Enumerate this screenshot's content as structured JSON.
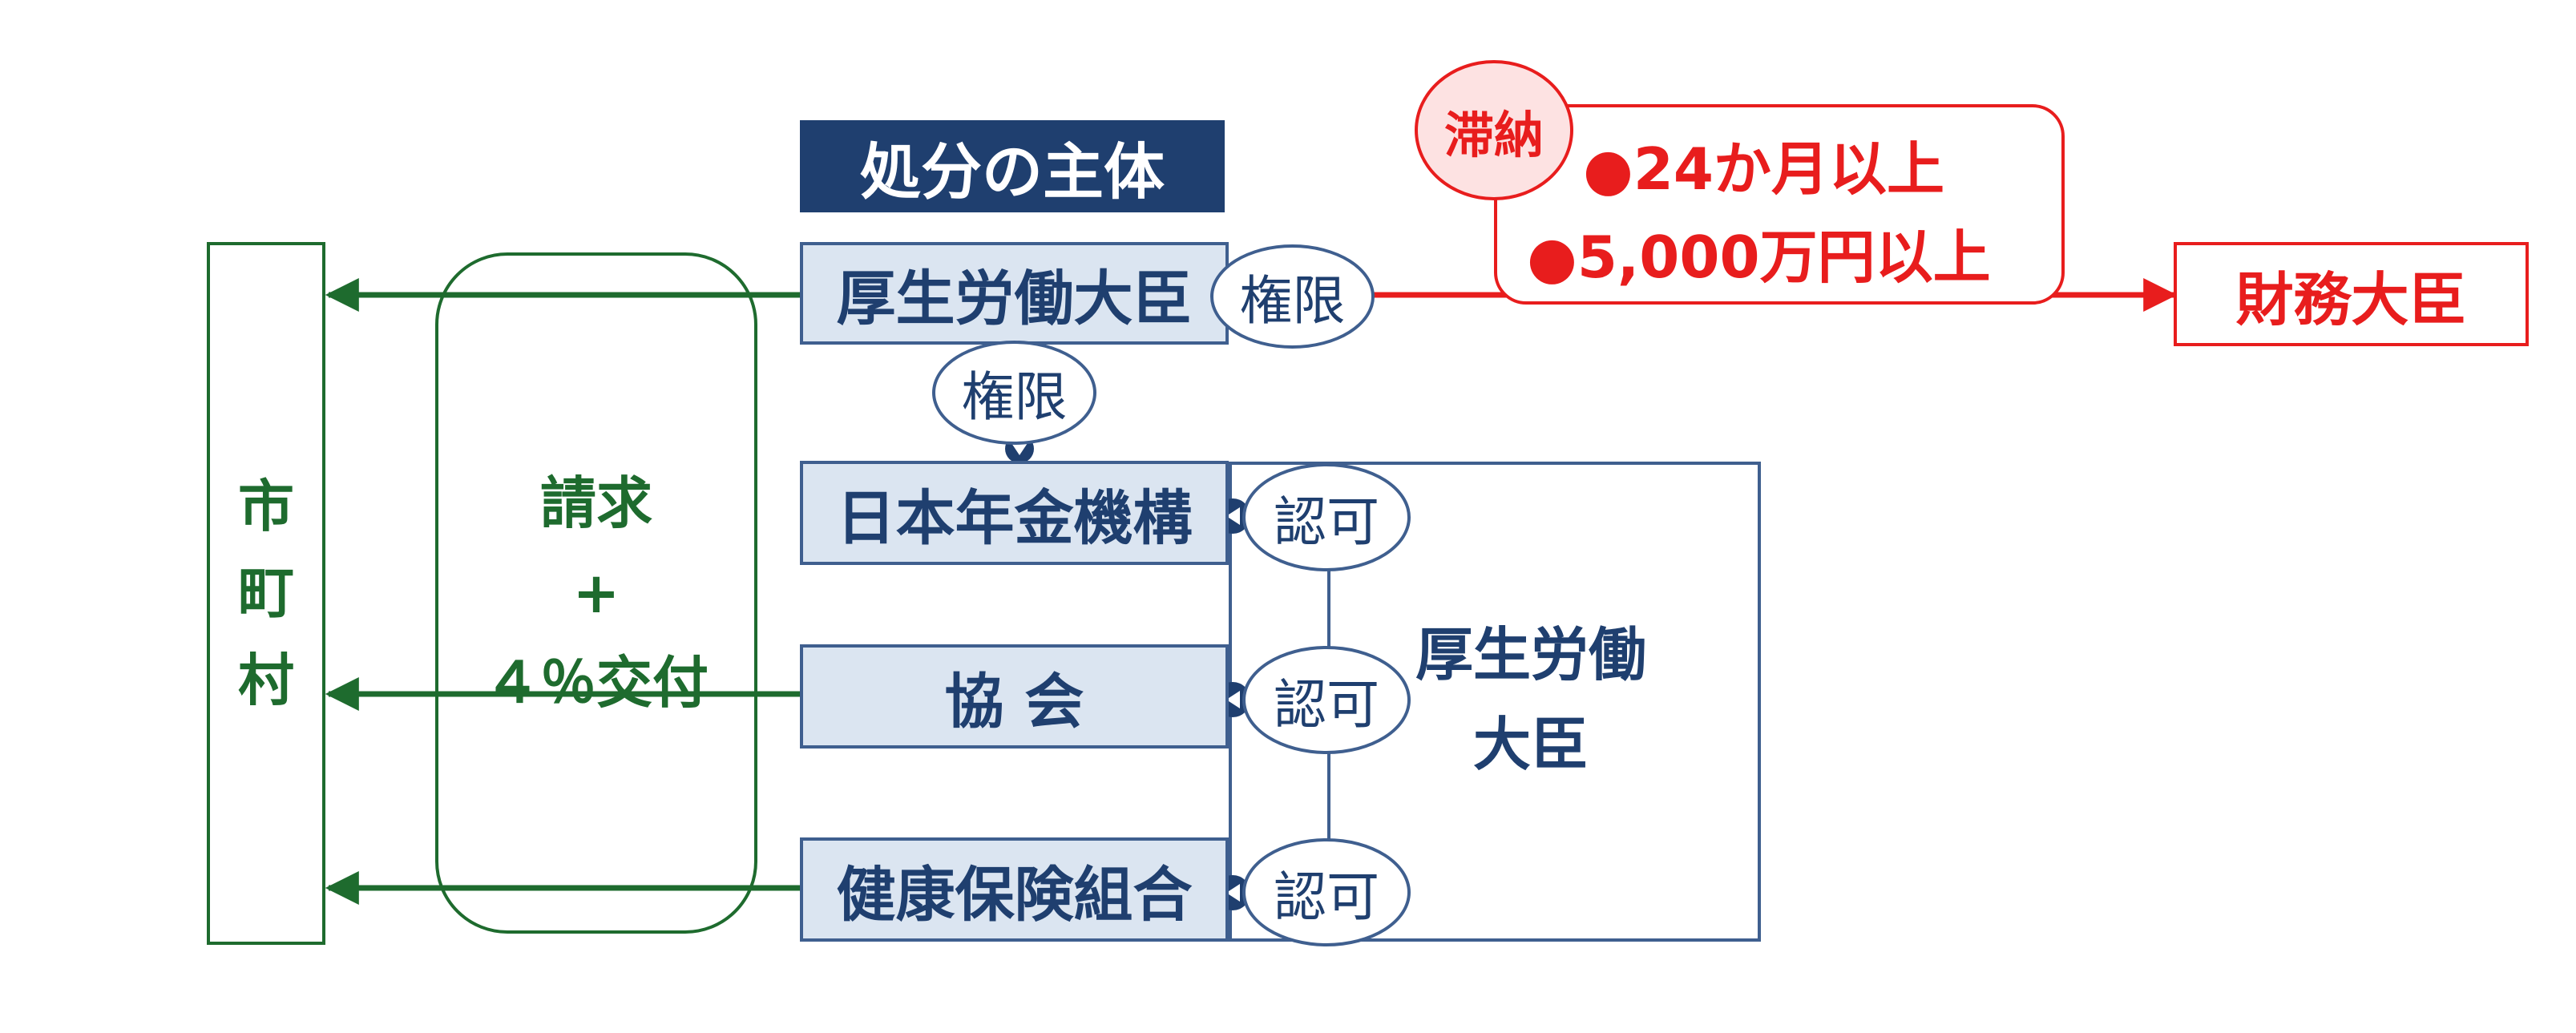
{
  "header": {
    "label": "処分の主体"
  },
  "entities": {
    "mhlw": "厚生労働大臣",
    "nenkin": "日本年金機構",
    "kyokai": "協 会",
    "kenpo": "健康保険組合"
  },
  "authority_labels": {
    "to_finance": "権限",
    "to_nenkin": "権限"
  },
  "approval_labels": [
    "認可",
    "認可",
    "認可"
  ],
  "approver": {
    "line1": "厚生労働",
    "line2": "大臣"
  },
  "municipality": {
    "chars": [
      "市",
      "町",
      "村"
    ]
  },
  "request": {
    "line1": "請求",
    "line2": "+",
    "line3": "４％交付"
  },
  "delinquency": {
    "badge": "滞納",
    "conditions": [
      "●24か月以上",
      "●5,000万円以上"
    ]
  },
  "finance_minister": "財務大臣",
  "colors": {
    "navy": "#1f3f6f",
    "box_fill": "#dbe5f1",
    "box_border": "#3f5f8f",
    "green": "#1e6b2e",
    "red": "#e81d1d",
    "badge_fill": "#fde2e2"
  }
}
